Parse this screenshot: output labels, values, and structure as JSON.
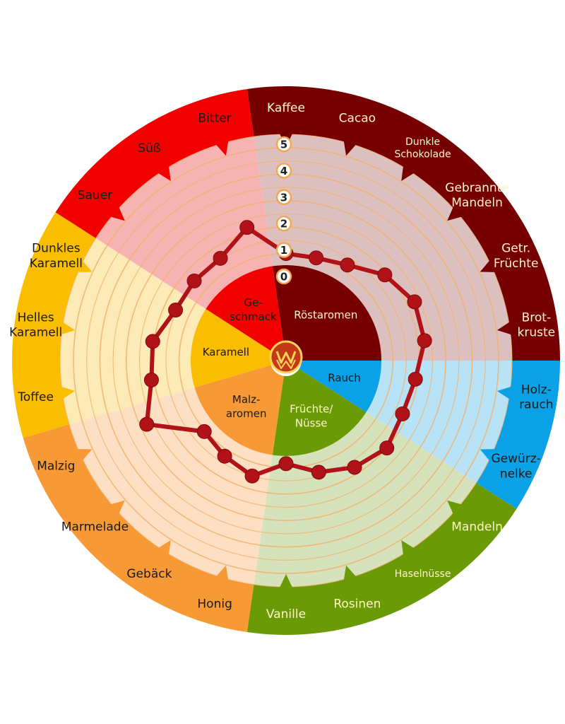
{
  "chart_data": {
    "type": "radar",
    "scale": {
      "min": 0,
      "max": 5,
      "tick_labels": [
        "0",
        "1",
        "2",
        "3",
        "4",
        "5"
      ]
    },
    "series_color": "#b01217",
    "groups": [
      {
        "id": "geschmack",
        "label_lines": [
          "Ge-",
          "schmack"
        ],
        "color": "#f20000",
        "light": "#f7b2b2",
        "text": "dark"
      },
      {
        "id": "roestaromen",
        "label_lines": [
          "Röstaromen"
        ],
        "color": "#760000",
        "light": "#dcc0c0",
        "text": "light"
      },
      {
        "id": "rauch",
        "label_lines": [
          "Rauch"
        ],
        "color": "#0aa1e6",
        "light": "#b8e3f7",
        "text": "dark"
      },
      {
        "id": "fruechte",
        "label_lines": [
          "Früchte/",
          "Nüsse"
        ],
        "color": "#6a9a06",
        "light": "#d6e2bc",
        "text": "light"
      },
      {
        "id": "malzaromen",
        "label_lines": [
          "Malz-",
          "aromen"
        ],
        "color": "#f79a36",
        "light": "#fde0c4",
        "text": "dark"
      },
      {
        "id": "karamell",
        "label_lines": [
          "Karamell"
        ],
        "color": "#fbbd00",
        "light": "#fcebb7",
        "text": "dark"
      }
    ],
    "categories": [
      {
        "lines": [
          "Kaffee"
        ],
        "group": "roestaromen",
        "value": 1.0
      },
      {
        "lines": [
          "Cacao"
        ],
        "group": "roestaromen",
        "value": 1.0
      },
      {
        "lines": [
          "Dunkle",
          "Schokolade"
        ],
        "group": "roestaromen",
        "value": 1.25
      },
      {
        "lines": [
          "Gebrannte",
          "Mandeln"
        ],
        "group": "roestaromen",
        "value": 1.9
      },
      {
        "lines": [
          "Getr.",
          "Früchte"
        ],
        "group": "roestaromen",
        "value": 2.3
      },
      {
        "lines": [
          "Brot-",
          "kruste"
        ],
        "group": "roestaromen",
        "value": 2.25
      },
      {
        "lines": [
          "Holz-",
          "rauch"
        ],
        "group": "rauch",
        "value": 1.9
      },
      {
        "lines": [
          "Gewürz-",
          "nelke"
        ],
        "group": "rauch",
        "value": 1.8
      },
      {
        "lines": [
          "Mandeln"
        ],
        "group": "fruechte",
        "value": 2.0
      },
      {
        "lines": [
          "Haselnüsse"
        ],
        "group": "fruechte",
        "value": 1.75
      },
      {
        "lines": [
          "Rosinen"
        ],
        "group": "fruechte",
        "value": 1.35
      },
      {
        "lines": [
          "Vanille"
        ],
        "group": "fruechte",
        "value": 0.85
      },
      {
        "lines": [
          "Honig"
        ],
        "group": "malzaromen",
        "value": 1.5
      },
      {
        "lines": [
          "Gebäck"
        ],
        "group": "malzaromen",
        "value": 1.25
      },
      {
        "lines": [
          "Marmelade"
        ],
        "group": "malzaromen",
        "value": 1.05
      },
      {
        "lines": [
          "Malzig"
        ],
        "group": "malzaromen",
        "value": 2.75
      },
      {
        "lines": [
          "Toffee"
        ],
        "group": "karamell",
        "value": 2.1
      },
      {
        "lines": [
          "Helles",
          "Karamell"
        ],
        "group": "karamell",
        "value": 2.05
      },
      {
        "lines": [
          "Dunkles",
          "Karamell"
        ],
        "group": "karamell",
        "value": 1.55
      },
      {
        "lines": [
          "Sauer"
        ],
        "group": "geschmack",
        "value": 1.55
      },
      {
        "lines": [
          "Süß"
        ],
        "group": "geschmack",
        "value": 1.55
      },
      {
        "lines": [
          "Bitter"
        ],
        "group": "geschmack",
        "value": 2.2
      }
    ]
  }
}
